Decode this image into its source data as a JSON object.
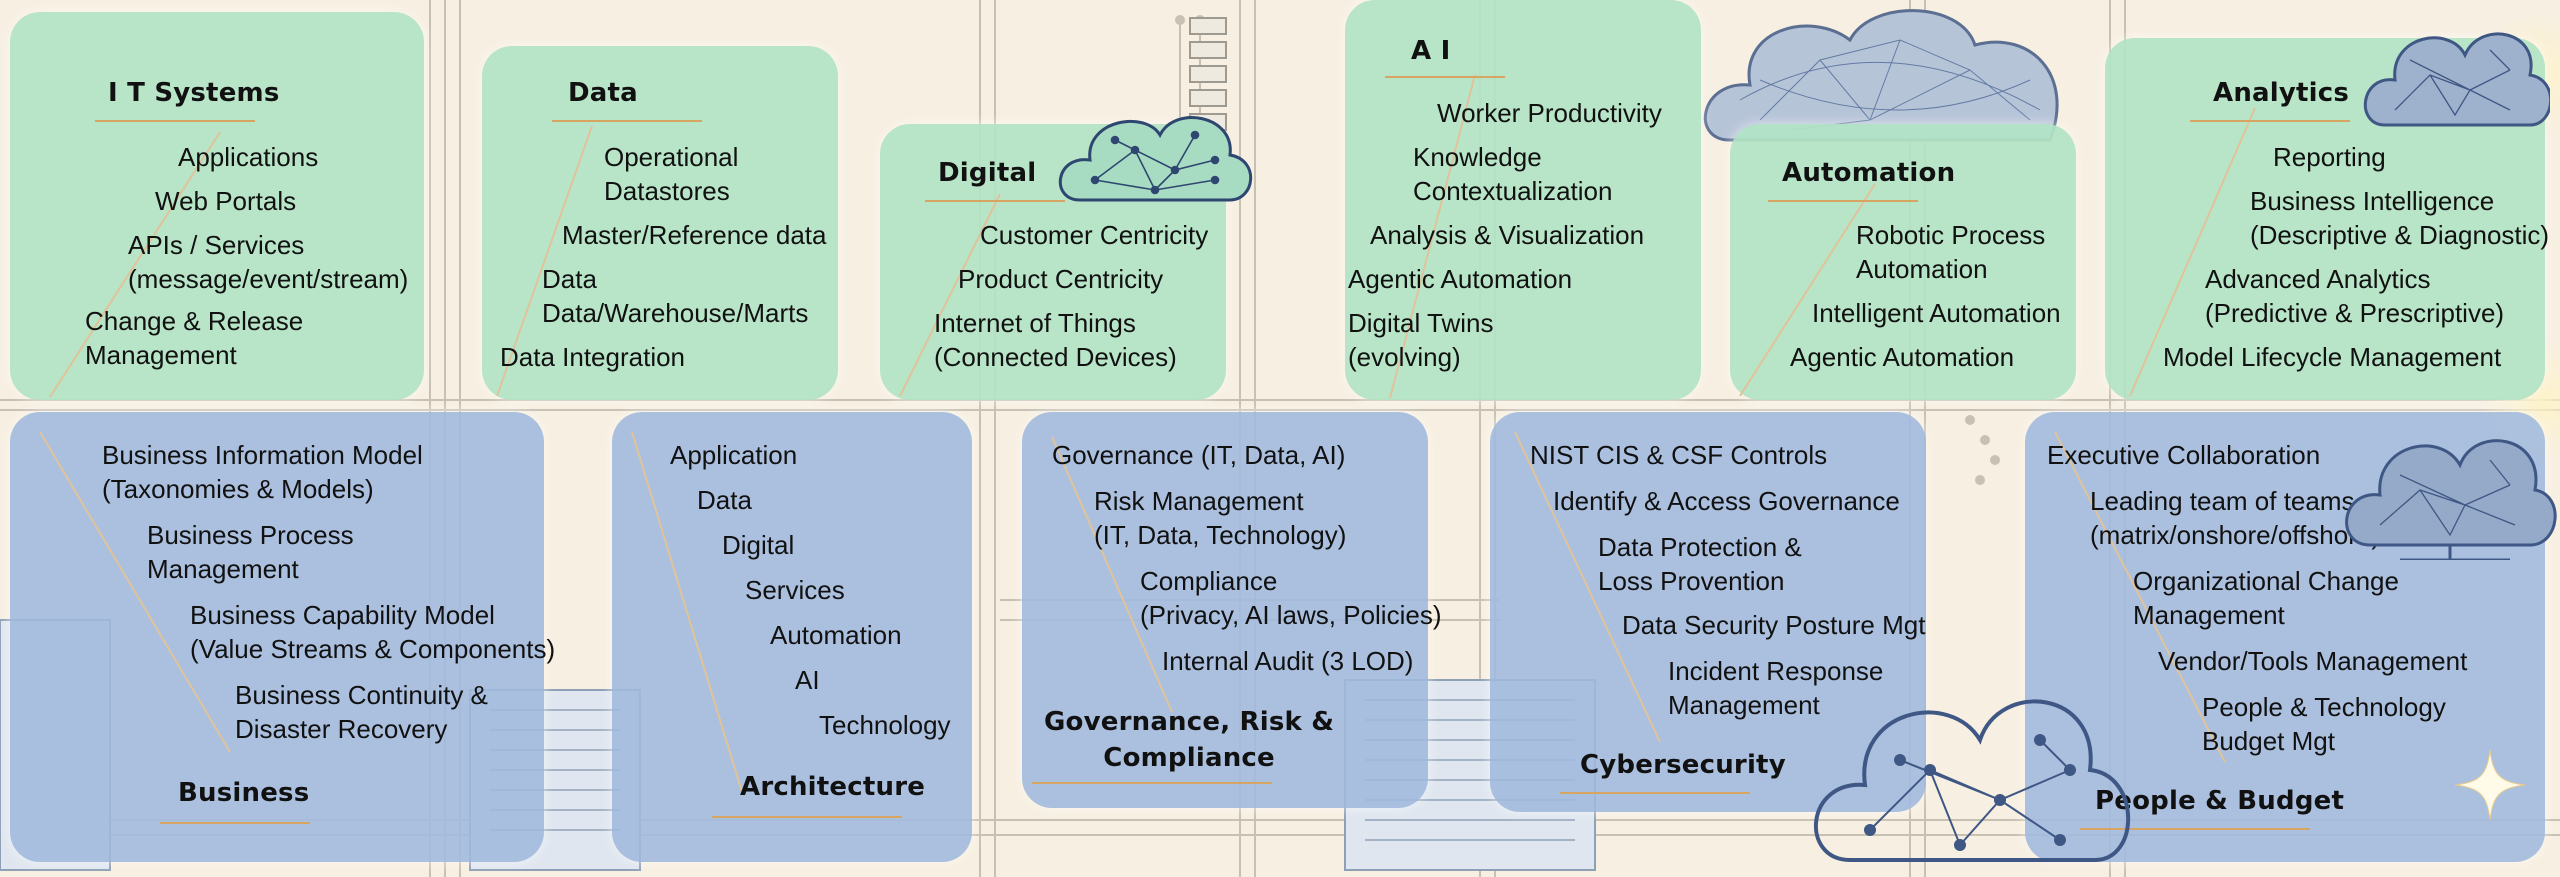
{
  "cards": {
    "it_systems": {
      "title": "I T Systems",
      "items": [
        "Applications",
        "Web Portals",
        "APIs / Services\n(message/event/stream)",
        "Change & Release\nManagement"
      ]
    },
    "data": {
      "title": "Data",
      "items": [
        "Operational\nDatastores",
        "Master/Reference data",
        "Data\nData/Warehouse/Marts",
        "Data Integration"
      ]
    },
    "digital": {
      "title": "Digital",
      "items": [
        "Customer Centricity",
        "Product Centricity",
        "Internet of Things\n(Connected Devices)"
      ]
    },
    "ai": {
      "title": "A I",
      "items": [
        "Worker Productivity",
        "Knowledge\nContextualization",
        "Analysis & Visualization",
        "Agentic Automation",
        "Digital Twins\n(evolving)"
      ]
    },
    "automation": {
      "title": "Automation",
      "items": [
        "Robotic Process\nAutomation",
        "Intelligent Automation",
        "Agentic Automation"
      ]
    },
    "analytics": {
      "title": "Analytics",
      "items": [
        "Reporting",
        "Business Intelligence\n(Descriptive & Diagnostic)",
        "Advanced Analytics\n(Predictive & Prescriptive)",
        "Model Lifecycle Management"
      ]
    },
    "business": {
      "title": "Business",
      "items": [
        "Business Information Model\n(Taxonomies & Models)",
        "Business Process\nManagement",
        "Business Capability Model\n(Value Streams & Components)",
        "Business Continuity &\nDisaster Recovery"
      ]
    },
    "architecture": {
      "title": "Architecture",
      "items": [
        "Application",
        "Data",
        "Digital",
        "Services",
        "Automation",
        "AI",
        "Technology"
      ]
    },
    "grc": {
      "title": "Governance, Risk &\nCompliance",
      "items": [
        "Governance (IT, Data, AI)",
        "Risk Management\n(IT, Data, Technology)",
        "Compliance\n(Privacy, AI laws, Policies)",
        "Internal Audit (3 LOD)"
      ]
    },
    "cybersecurity": {
      "title": "Cybersecurity",
      "items": [
        "NIST CIS & CSF Controls",
        "Identify & Access Governance",
        "Data Protection &\nLoss Provention",
        "Data Security Posture Mgt",
        "Incident Response\nManagement"
      ]
    },
    "people_budget": {
      "title": "People & Budget",
      "items": [
        "Executive Collaboration",
        "Leading team of teams\n(matrix/onshore/offshore)",
        "Organizational Change\nManagement",
        "Vendor/Tools Management",
        "People & Technology\nBudget Mgt"
      ]
    }
  },
  "colors": {
    "green_card": "#b2e4c6",
    "blue_card": "#a0badf",
    "accent_line": "#d7a562",
    "background": "#f7efe1",
    "circuit": "#b9b4a8"
  },
  "icons": [
    "cloud-network-icon",
    "server-rack-icon",
    "sparkle-icon"
  ]
}
